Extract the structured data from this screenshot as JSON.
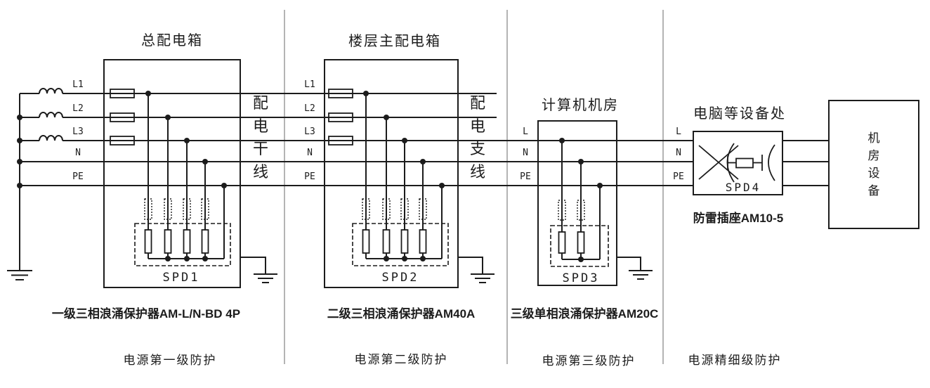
{
  "colors": {
    "line": "#1c1c1c",
    "divider": "#9b9b9b",
    "background": "#ffffff",
    "text": "#1c1c1c"
  },
  "sections": [
    {
      "title": "总配电箱",
      "line_labels": [
        "L1",
        "L2",
        "L3",
        "N",
        "PE"
      ],
      "bus_label": "配电干线",
      "spd_label": "SPD1",
      "device_label": "一级三相浪涌保护器AM-L/N-BD 4P",
      "stage_label": "电源第一级防护"
    },
    {
      "title": "楼层主配电箱",
      "line_labels": [
        "L1",
        "L2",
        "L3",
        "N",
        "PE"
      ],
      "bus_label": "配电支线",
      "spd_label": "SPD2",
      "device_label": "二级三相浪涌保护器AM40A",
      "stage_label": "电源第二级防护"
    },
    {
      "title": "计算机机房",
      "line_labels": [
        "L",
        "N",
        "PE"
      ],
      "spd_label": "SPD3",
      "device_label": "三级单相浪涌保护器AM20C",
      "stage_label": "电源第三级防护"
    },
    {
      "title": "电脑等设备处",
      "line_labels": [
        "L",
        "N",
        "PE"
      ],
      "spd_label": "SPD4",
      "device_label": "防雷插座AM10-5",
      "stage_label": "电源精细级防护"
    }
  ],
  "equipment_box": {
    "label": "机房设备"
  }
}
